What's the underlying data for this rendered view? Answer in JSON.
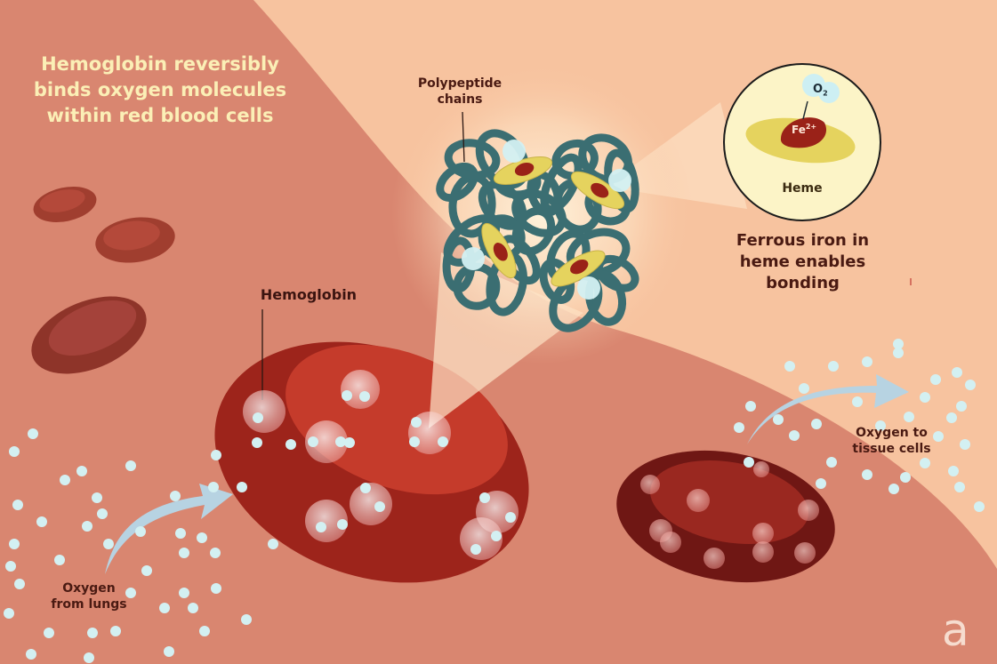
{
  "title": "Hemoglobin reversibly binds oxygen molecules within red blood cells",
  "labels": {
    "polypeptide": [
      "Polypeptide",
      "chains"
    ],
    "heme": "Heme",
    "ferrous": [
      "Ferrous iron in",
      "heme enables",
      "bonding"
    ],
    "hemoglobin": "Hemoglobin",
    "oxygen_lungs": [
      "Oxygen",
      "from lungs"
    ],
    "oxygen_tissue": [
      "Oxygen to",
      "tissue cells"
    ]
  },
  "inset": {
    "iron": "Fe",
    "iron_charge": "2+",
    "oxygen": "O",
    "oxygen_sub": "2"
  },
  "logo": "a",
  "colors": {
    "background_lower": "#d98670",
    "background_upper": "#f7c39f",
    "rbc_dark": "#8e2a22",
    "rbc_bright": "#c53b2b",
    "protein_chain": "#3b6e72",
    "heme_disc": "#e5d35e",
    "oxygen": "#d3f0f2",
    "arrow": "#b7d3e2",
    "title_text": "#fbefb6",
    "label_text": "#4a1a12"
  }
}
